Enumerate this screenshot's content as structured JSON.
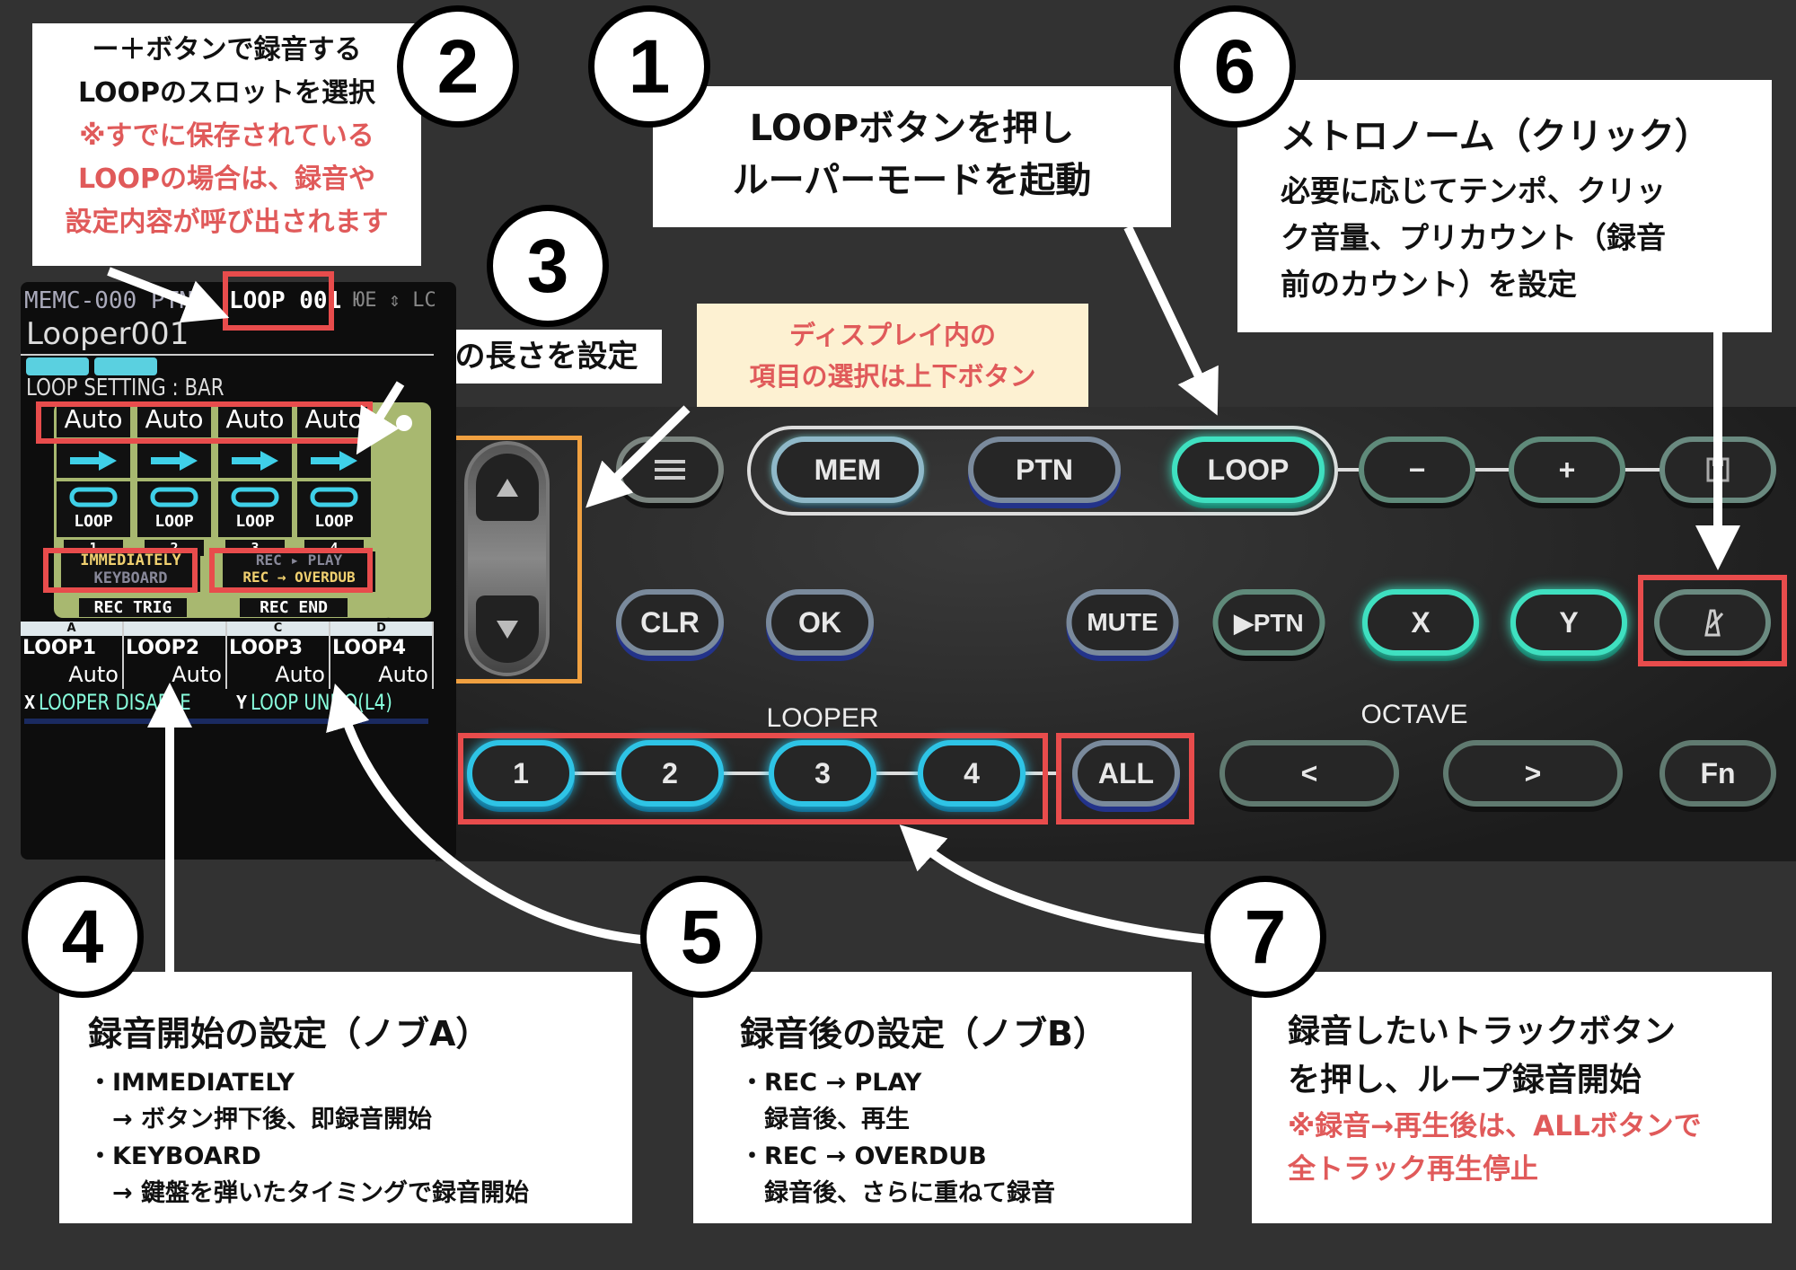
{
  "callouts": {
    "c1": {
      "num": "1",
      "lines": [
        "LOOPボタンを押し",
        "ルーパーモードを起動"
      ]
    },
    "c2": {
      "num": "2",
      "lines": [
        "ー＋ボタンで録音する",
        "LOOPのスロットを選択"
      ],
      "note": [
        "※すでに保存されている",
        "LOOPの場合は、録音や",
        "設定内容が呼び出されます"
      ]
    },
    "c3": {
      "num": "3",
      "text": "ループの長さを設定"
    },
    "c4": {
      "num": "4",
      "title": "録音開始の設定（ノブA）",
      "items": [
        "・IMMEDIATELY",
        "　→ ボタン押下後、即録音開始",
        "・KEYBOARD",
        "　→ 鍵盤を弾いたタイミングで録音開始"
      ]
    },
    "c5": {
      "num": "5",
      "title": "録音後の設定（ノブB）",
      "items": [
        "・REC → PLAY",
        "　録音後、再生",
        "・REC → OVERDUB",
        "　録音後、さらに重ねて録音"
      ]
    },
    "c6": {
      "num": "6",
      "title": "メトロノーム（クリック）",
      "lines": [
        "必要に応じてテンポ、クリッ",
        "ク音量、プリカウント（録音",
        "前のカウント）を設定"
      ]
    },
    "c7": {
      "num": "7",
      "lines": [
        "録音したいトラックボタン",
        "を押し、ループ録音開始"
      ],
      "note": [
        "※録音→再生後は、ALLボタンで",
        "全トラック再生停止"
      ]
    },
    "display_note": [
      "ディスプレイ内の",
      "項目の選択は上下ボタン"
    ]
  },
  "screen": {
    "header_left": "MEMC-000 PTN",
    "header_loop": "LOOP 001",
    "header_right": "ЮЕ ⇕ LC",
    "name": "Looper001",
    "setting": "LOOP SETTING : BAR",
    "tracks": [
      {
        "len": "Auto",
        "label": "LOOP",
        "num": "1"
      },
      {
        "len": "Auto",
        "label": "LOOP",
        "num": "2"
      },
      {
        "len": "Auto",
        "label": "LOOP",
        "num": "3"
      },
      {
        "len": "Auto",
        "label": "LOOP",
        "num": "4"
      }
    ],
    "rec_trig": {
      "opt1": "IMMEDIATELY",
      "opt2": "KEYBOARD",
      "label": "REC TRIG"
    },
    "rec_end": {
      "opt1": "REC ▸ PLAY",
      "opt2": "REC → OVERDUB",
      "label": "REC END"
    },
    "knobs": [
      {
        "key": "A",
        "name": "LOOP1",
        "val": "Auto"
      },
      {
        "key": "",
        "name": "LOOP2",
        "val": "Auto"
      },
      {
        "key": "C",
        "name": "LOOP3",
        "val": "Auto"
      },
      {
        "key": "D",
        "name": "LOOP4",
        "val": "Auto"
      }
    ],
    "x_key": "X",
    "x_func": "LOOPER DISABLE",
    "y_key": "Y",
    "y_func": "LOOP UNDO(L4)"
  },
  "panel": {
    "row1": [
      "MEM",
      "PTN",
      "LOOP",
      "−",
      "+"
    ],
    "row2": [
      "CLR",
      "OK",
      "MUTE",
      "▶PTN",
      "X",
      "Y"
    ],
    "row3": [
      "1",
      "2",
      "3",
      "4",
      "ALL",
      "<",
      ">",
      "Fn"
    ],
    "looper_label": "LOOPER",
    "octave_label": "OCTAVE",
    "colors": {
      "track_led": "#2ec4e6",
      "active_led": "#3fe0c0",
      "highlight": "#e84c4c",
      "display_box": "#f0a040"
    }
  }
}
